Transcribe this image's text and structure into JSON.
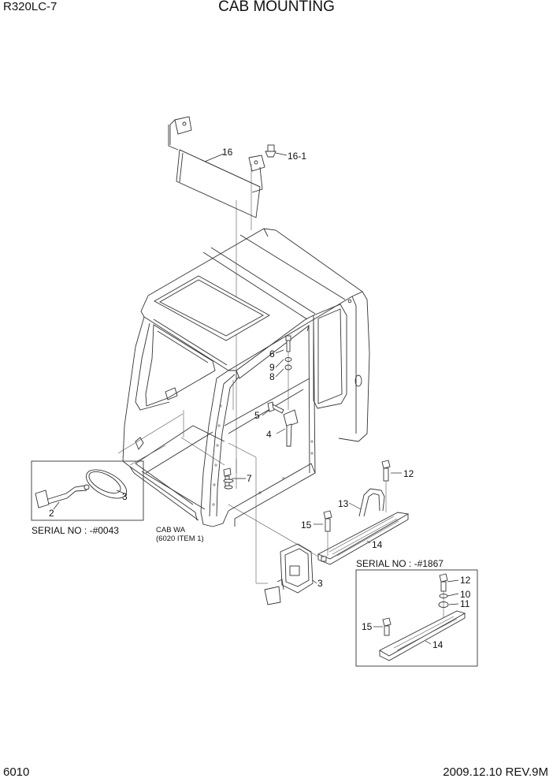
{
  "header": {
    "model": "R320LC-7",
    "title": "CAB MOUNTING"
  },
  "footer": {
    "page": "6010",
    "date_rev": "2009.12.10  REV.9M"
  },
  "callouts": {
    "c16": "16",
    "c16_1": "16-1",
    "c6": "6",
    "c9": "9",
    "c8": "8",
    "c5": "5",
    "c4": "4",
    "c7": "7",
    "c12": "12",
    "c13": "13",
    "c15": "15",
    "c14": "14",
    "c3a": "3",
    "c2": "2",
    "c3b": "3",
    "c12b": "12",
    "c10": "10",
    "c11": "11",
    "c15b": "15",
    "c14b": "14"
  },
  "notes": {
    "serial_left": "SERIAL NO : -#0043",
    "serial_right": "SERIAL NO : -#1867",
    "cab_wa_line1": "CAB WA",
    "cab_wa_line2": "(6020 ITEM 1)"
  }
}
